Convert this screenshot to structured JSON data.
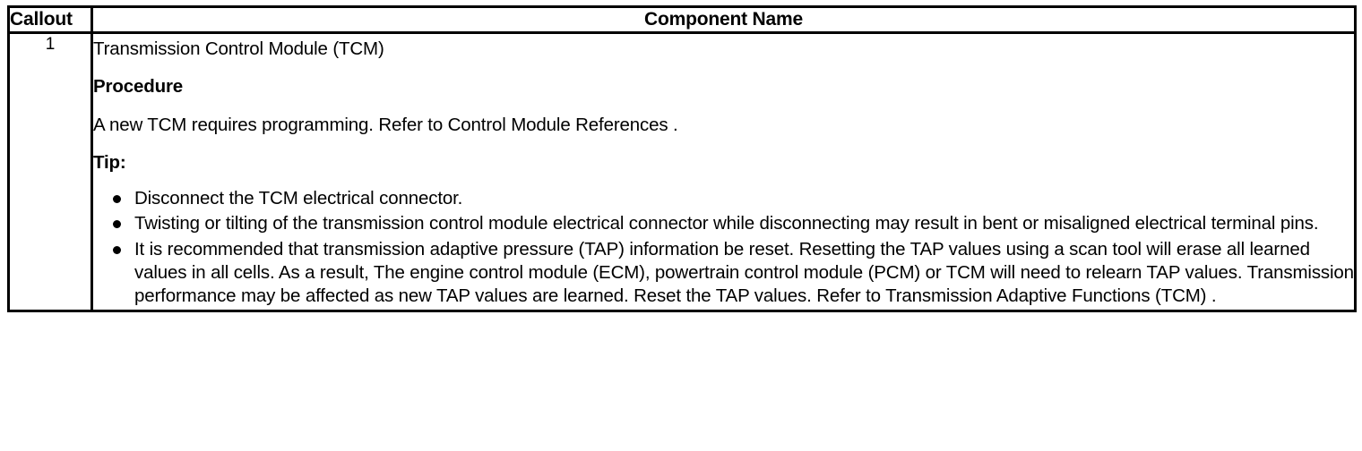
{
  "table": {
    "headers": {
      "callout": "Callout",
      "component_name": "Component Name"
    },
    "rows": [
      {
        "callout": "1",
        "title": "Transmission Control Module (TCM)",
        "procedure_heading": "Procedure",
        "procedure_text": "A new TCM requires programming. Refer to Control Module References .",
        "tip_heading": "Tip:",
        "tips": [
          "Disconnect the TCM electrical connector.",
          "Twisting or tilting of the transmission control module electrical connector while disconnecting may result in bent or misaligned electrical terminal pins.",
          "It is recommended that transmission adaptive pressure (TAP) information be reset. Resetting the TAP values using a scan tool will erase all learned values in all cells. As a result, The engine control module (ECM), powertrain control module (PCM) or TCM will need to relearn TAP values. Transmission performance may be affected as new TAP values are learned. Reset the TAP values. Refer to Transmission Adaptive Functions (TCM) ."
        ]
      }
    ]
  },
  "style": {
    "border_color": "#000000",
    "text_color": "#000000",
    "background": "#ffffff"
  }
}
